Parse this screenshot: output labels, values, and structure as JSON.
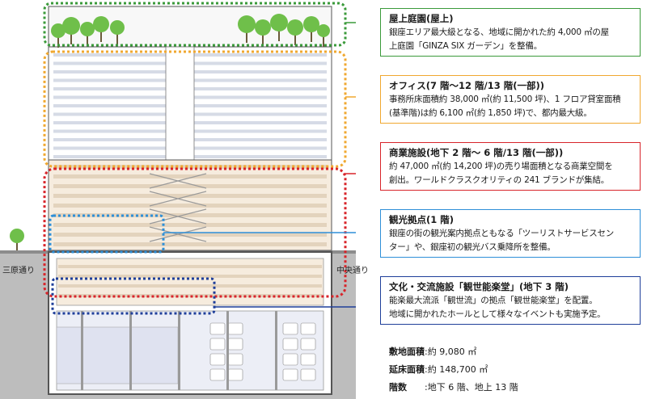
{
  "streets": {
    "left": "三原通り",
    "right": "中央通り"
  },
  "callouts": [
    {
      "id": "rooftop",
      "title": "屋上庭園(屋上)",
      "lines": [
        "銀座エリア最大級となる、地域に開かれた約 4,000 ㎡の屋",
        "上庭園「GINZA SIX ガーデン」を整備。"
      ],
      "color": "#3a9a3a"
    },
    {
      "id": "office",
      "title": "オフィス(7 階〜12 階/13 階(一部))",
      "lines": [
        "事務所床面積約 38,000 ㎡(約 11,500 坪)、1 フロア貸室面積",
        "(基準階)は約 6,100 ㎡(約 1,850 坪)で、都内最大級。"
      ],
      "color": "#f0a830"
    },
    {
      "id": "commercial",
      "title": "商業施設(地下 2 階〜 6 階/13 階(一部))",
      "lines": [
        "約 47,000 ㎡(約 14,200 坪)の売り場面積となる商業空間を",
        "創出。ワールドクラスクオリティの 241 ブランドが集結。"
      ],
      "color": "#d8242a"
    },
    {
      "id": "tourism",
      "title": "観光拠点(1 階)",
      "lines": [
        "銀座の街の観光案内拠点ともなる「ツーリストサービスセン",
        "ター」や、銀座初の観光バス乗降所を整備。"
      ],
      "color": "#2e8fd8"
    },
    {
      "id": "culture",
      "title": "文化・交流施設「観世能楽堂」(地下 3 階)",
      "lines": [
        "能楽最大流派「観世流」の拠点「観世能楽堂」を配置。",
        "地域に開かれたホールとして様々なイベントも実施予定。"
      ],
      "color": "#1f3f9a"
    }
  ],
  "stats": [
    {
      "label": "敷地面積",
      "value": "約 9,080 ㎡"
    },
    {
      "label": "延床面積",
      "value": "約 148,700 ㎡"
    },
    {
      "label": "階数",
      "value": "地下 6 階、地上 13 階"
    }
  ],
  "colors": {
    "building_outline": "#444444",
    "office_floor": "#ffffff",
    "office_band": "#d6dbe6",
    "commercial_floor": "#f6ecde",
    "commercial_band": "#e3d3bd",
    "basement_wall": "#9a9a9a",
    "parking_fill": "#eceef6",
    "tree_green": "#6fbf4a"
  }
}
